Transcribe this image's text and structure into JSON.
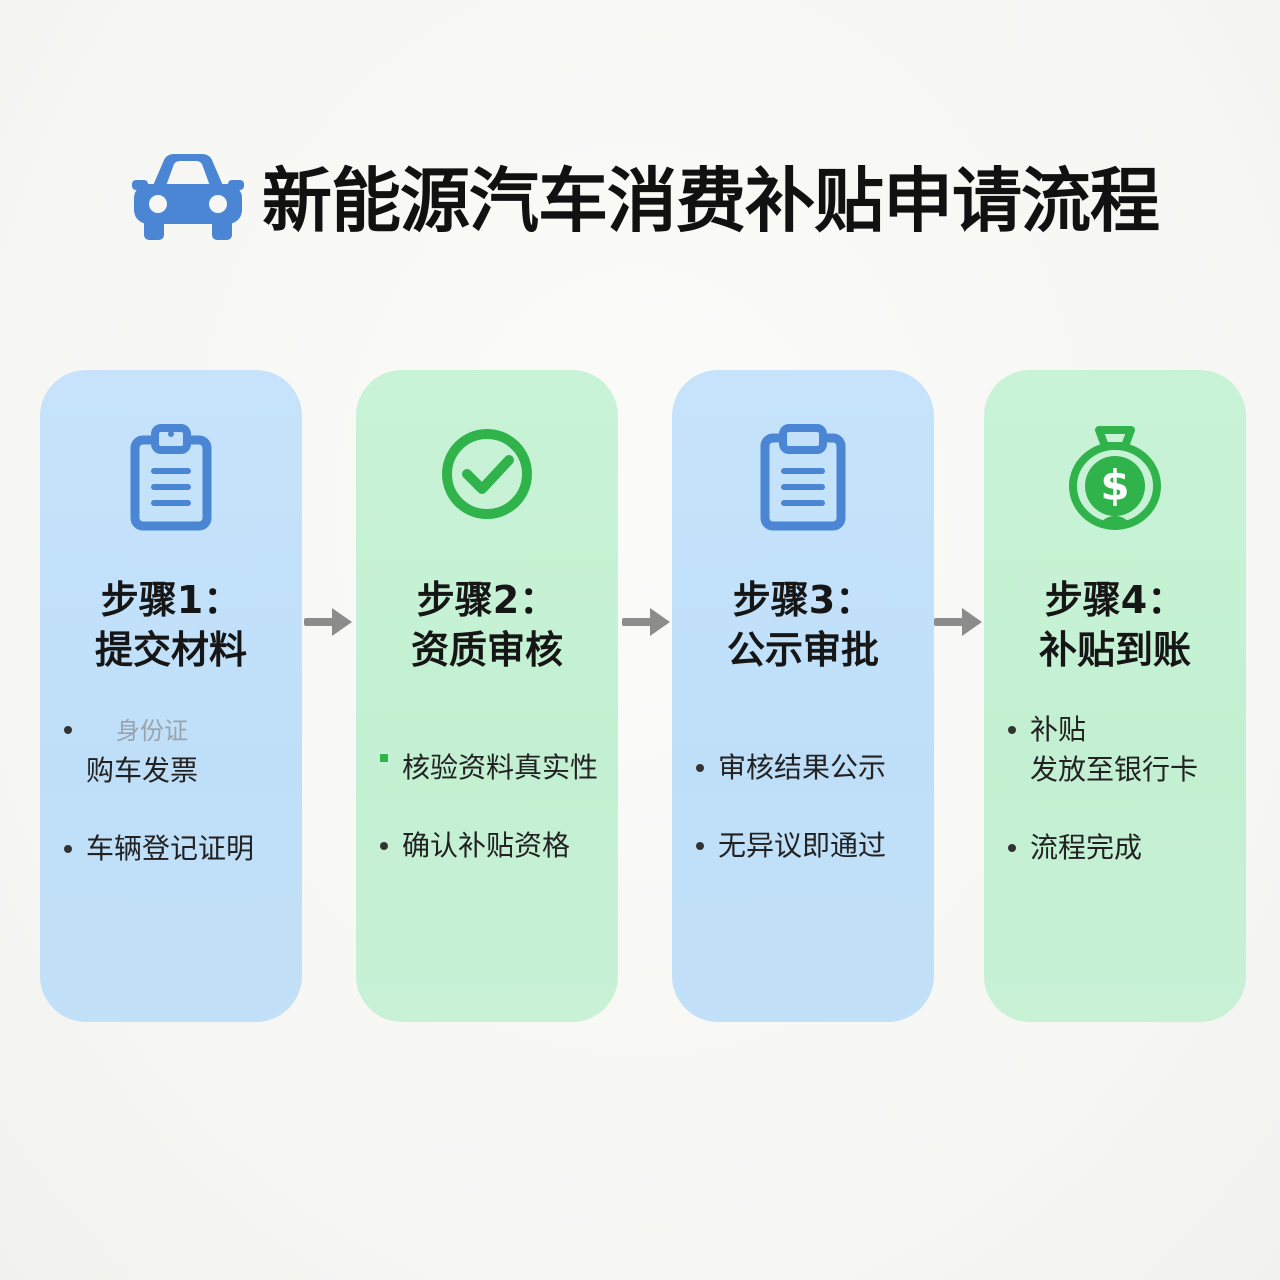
{
  "title": "新能源汽车消费补贴申请流程",
  "colors": {
    "blue_card": "#c2e0f8",
    "green_card": "#c6f1d4",
    "icon_blue": "#4a86d4",
    "icon_green": "#2fb34a",
    "arrow_gray": "#8c8c8c"
  },
  "icons": {
    "header": "car-icon",
    "steps": [
      "clipboard-icon",
      "check-circle-icon",
      "clipboard-icon",
      "money-bag-icon"
    ]
  },
  "steps": [
    {
      "label": "步骤1：",
      "name": "提交材料",
      "bullets": [
        {
          "line1": "身份证",
          "line2": "购车发票"
        },
        {
          "line1": "车辆登记证明"
        }
      ]
    },
    {
      "label": "步骤2：",
      "name": "资质审核",
      "bullets": [
        {
          "line1": "核验资料真实性"
        },
        {
          "line1": "确认补贴资格"
        }
      ]
    },
    {
      "label": "步骤3：",
      "name": "公示审批",
      "bullets": [
        {
          "line1": "审核结果公示"
        },
        {
          "line1": "无异议即通过"
        }
      ]
    },
    {
      "label": "步骤4：",
      "name": "补贴到账",
      "bullets": [
        {
          "line1": "补贴",
          "line2": "发放至银行卡"
        },
        {
          "line1": "流程完成"
        }
      ]
    }
  ]
}
